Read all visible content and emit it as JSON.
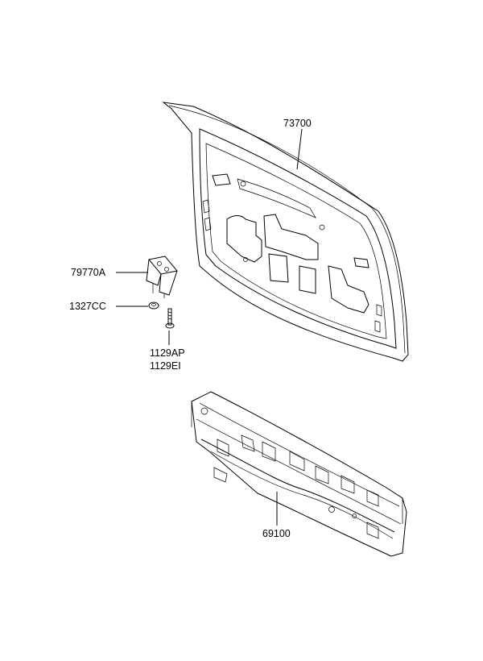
{
  "parts": {
    "tailgate_panel": {
      "number": "73700"
    },
    "bracket": {
      "number": "79770A"
    },
    "nut": {
      "number": "1327CC"
    },
    "bolt": {
      "number_primary": "1129AP",
      "number_secondary": "1129EI"
    },
    "back_panel": {
      "number": "69100"
    }
  }
}
